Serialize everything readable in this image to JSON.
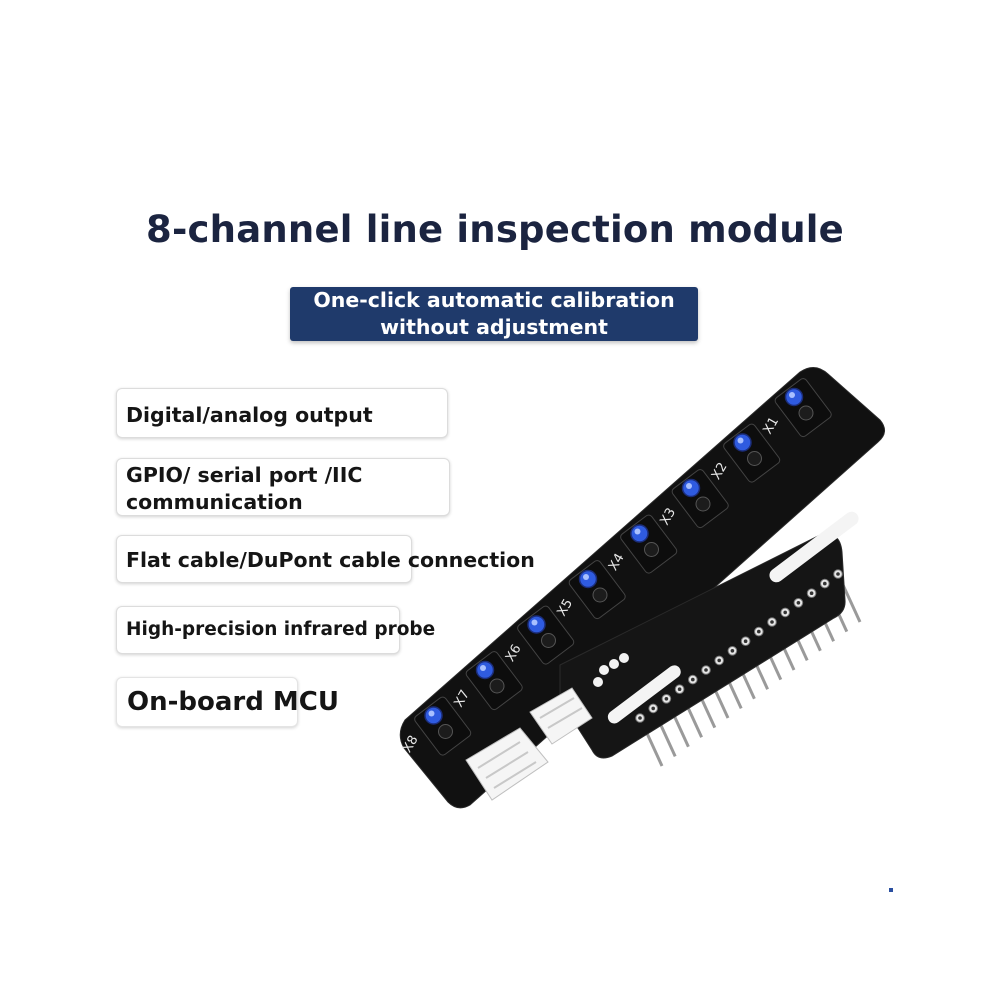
{
  "title": "8-channel line inspection module",
  "subtitle": {
    "line1": "One-click automatic calibration",
    "line2": "without adjustment"
  },
  "features": [
    {
      "lines": [
        "Digital/analog output"
      ]
    },
    {
      "lines": [
        "GPIO/ serial port /IIC",
        "communication"
      ]
    },
    {
      "lines": [
        "Flat cable/DuPont cable connection"
      ]
    },
    {
      "lines": [
        "High-precision infrared probe"
      ]
    },
    {
      "lines": [
        "On-board MCU"
      ]
    }
  ],
  "sensor_labels": [
    "X1",
    "X2",
    "X3",
    "X4",
    "X5",
    "X6",
    "X7",
    "X8"
  ],
  "colors": {
    "title": "#1b2440",
    "banner": "#1f3a6b",
    "pcb": "#121212",
    "sensor_lens": "#2f5be0"
  }
}
